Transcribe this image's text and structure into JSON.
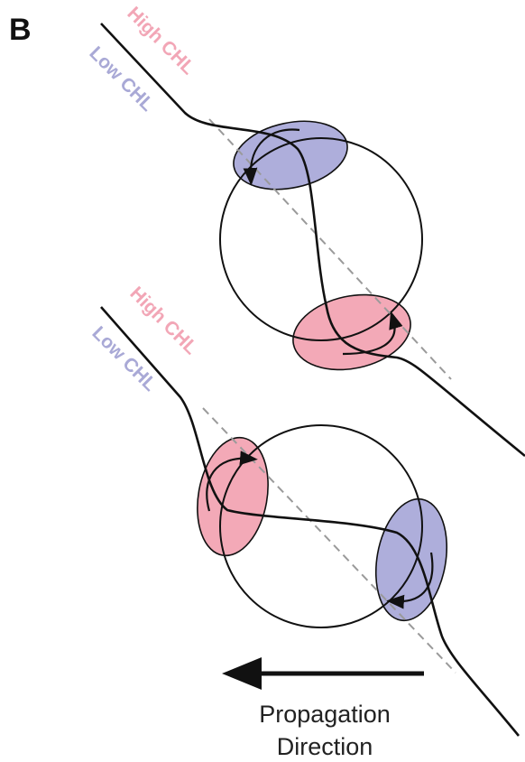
{
  "panel_label": "B",
  "colors": {
    "high_chl_fill": "#f3a9b7",
    "high_chl_text": "#f2a6b6",
    "low_chl_fill": "#aeaedb",
    "low_chl_text": "#a9a9d6",
    "stroke": "#111111",
    "dashed_line": "#9a9a9a"
  },
  "upper_eddy": {
    "high_label": "High CHL",
    "low_label": "Low CHL"
  },
  "lower_eddy": {
    "high_label": "High CHL",
    "low_label": "Low CHL"
  },
  "arrow": {
    "caption_line1": "Propagation",
    "caption_line2": "Direction"
  }
}
